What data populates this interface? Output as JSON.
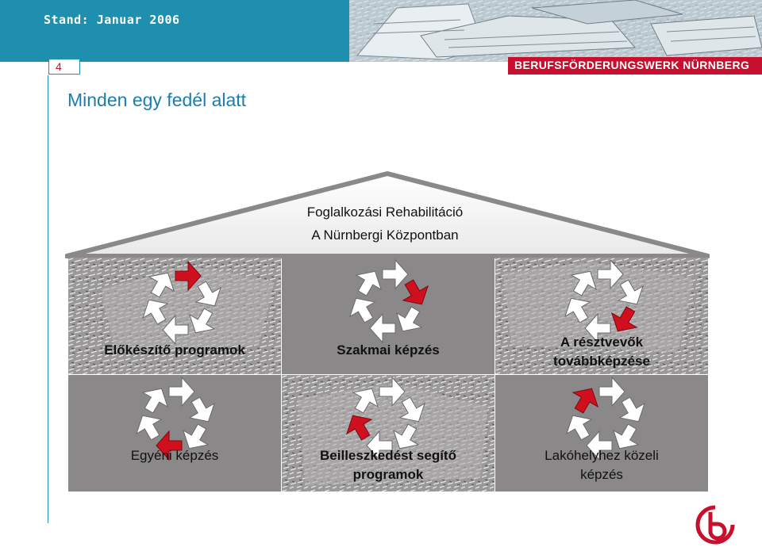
{
  "header": {
    "stand": "Stand: Januar 2006",
    "page_number": "4",
    "org_name": "BERUFSFÖRDERUNGSWERK NÜRNBERG"
  },
  "title": "Minden egy fedél alatt",
  "roof": {
    "line1": "Foglalkozási Rehabilitáció",
    "line2": "A Nürnbergi Központban"
  },
  "tiles": [
    {
      "line1": "Előkészítő programok",
      "line2": ""
    },
    {
      "line1": "Szakmai képzés",
      "line2": ""
    },
    {
      "line1": "A résztvevők",
      "line2": "továbbképzése"
    },
    {
      "line1": "Egyéni képzés",
      "line2": ""
    },
    {
      "line1": "Beilleszkedést segítő",
      "line2": "programok"
    },
    {
      "line1": "Lakóhelyhez közeli",
      "line2": "képzés"
    }
  ],
  "colors": {
    "accent_blue": "#1f8fb0",
    "accent_red": "#c8102e",
    "tile_gray": "#8a8888"
  }
}
